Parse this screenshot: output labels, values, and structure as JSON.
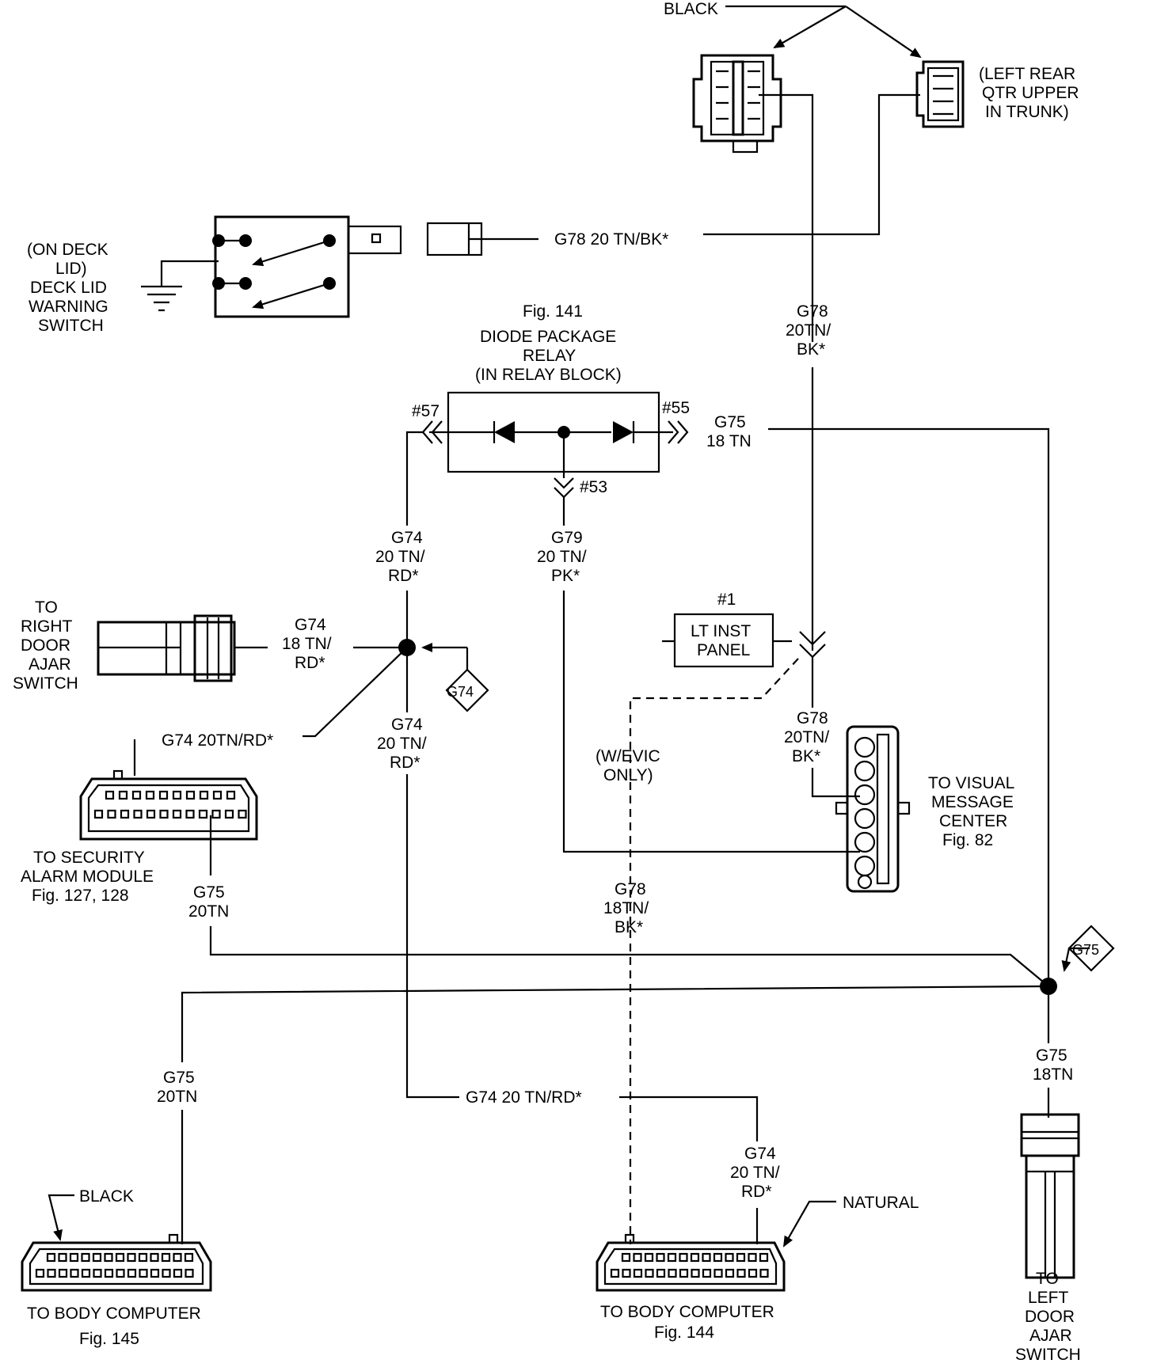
{
  "labels": {
    "black_top": "BLACK",
    "left_rear_1": "(LEFT REAR",
    "left_rear_2": "QTR UPPER",
    "left_rear_3": "IN TRUNK)",
    "deck_1": "(ON DECK",
    "deck_2": "LID)",
    "deck_3": "DECK LID",
    "deck_4": "WARNING",
    "deck_5": "SWITCH",
    "w_g78_top": "G78 20 TN/BK*",
    "g78_a_1": "G78",
    "g78_a_2": "20TN/",
    "g78_a_3": "BK*",
    "fig141": "Fig. 141",
    "diode_1": "DIODE PACKAGE",
    "diode_2": "RELAY",
    "diode_3": "(IN RELAY BLOCK)",
    "pin57": "#57",
    "pin55": "#55",
    "pin53": "#53",
    "g75_top_1": "G75",
    "g75_top_2": "18 TN",
    "g74_a_1": "G74",
    "g74_a_2": "20 TN/",
    "g74_a_3": "RD*",
    "g79_1": "G79",
    "g79_2": "20 TN/",
    "g79_3": "PK*",
    "right_door_1": "TO",
    "right_door_2": "RIGHT",
    "right_door_3": "DOOR",
    "right_door_4": "AJAR",
    "right_door_5": "SWITCH",
    "g74_b_1": "G74",
    "g74_b_2": "18 TN/",
    "g74_b_3": "RD*",
    "splice_g74": "G74",
    "pin1": "#1",
    "lt_inst_1": "LT INST",
    "lt_inst_2": "PANEL",
    "g74_sec": "G74 20TN/RD*",
    "g74_c_1": "G74",
    "g74_c_2": "20 TN/",
    "g74_c_3": "RD*",
    "evic_1": "(W/EVIC",
    "evic_2": "ONLY)",
    "g78_b_1": "G78",
    "g78_b_2": "20TN/",
    "g78_b_3": "BK*",
    "vmc_1": "TO VISUAL",
    "vmc_2": "MESSAGE",
    "vmc_3": "CENTER",
    "vmc_4": "Fig. 82",
    "sec_1": "TO SECURITY",
    "sec_2": "ALARM MODULE",
    "sec_3": "Fig. 127, 128",
    "g75_sec_1": "G75",
    "g75_sec_2": "20TN",
    "g78_c_1": "G78",
    "g78_c_2": "18TN/",
    "g78_c_3": "BK*",
    "splice_g75": "G75",
    "g75_right_1": "G75",
    "g75_right_2": "18TN",
    "g75_left_1": "G75",
    "g75_left_2": "20TN",
    "g74_bottom": "G74 20 TN/RD*",
    "g74_d_1": "G74",
    "g74_d_2": "20 TN/",
    "g74_d_3": "RD*",
    "black_bottom": "BLACK",
    "natural": "NATURAL",
    "bc145_1": "TO BODY COMPUTER",
    "bc145_2": "Fig. 145",
    "bc144_1": "TO BODY COMPUTER",
    "bc144_2": "Fig. 144",
    "left_door_1": "TO",
    "left_door_2": "LEFT",
    "left_door_3": "DOOR",
    "left_door_4": "AJAR",
    "left_door_5": "SWITCH"
  }
}
